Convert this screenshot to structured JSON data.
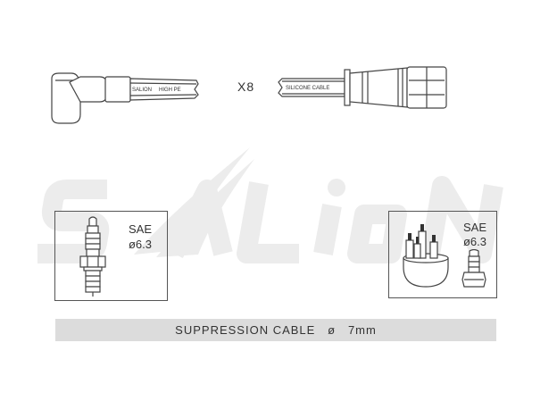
{
  "watermark": {
    "brand": "SALiON"
  },
  "cable": {
    "left_boot_print": "SALION",
    "left_cable_print": "HIGH PE",
    "right_cable_print": "SILICONE CABLE",
    "multiplier": "X8"
  },
  "left_box": {
    "standard": "SAE",
    "size": "ø6.3"
  },
  "right_box": {
    "standard": "SAE",
    "size": "ø6.3"
  },
  "footer": {
    "label": "SUPPRESSION CABLE   ø   7mm"
  }
}
